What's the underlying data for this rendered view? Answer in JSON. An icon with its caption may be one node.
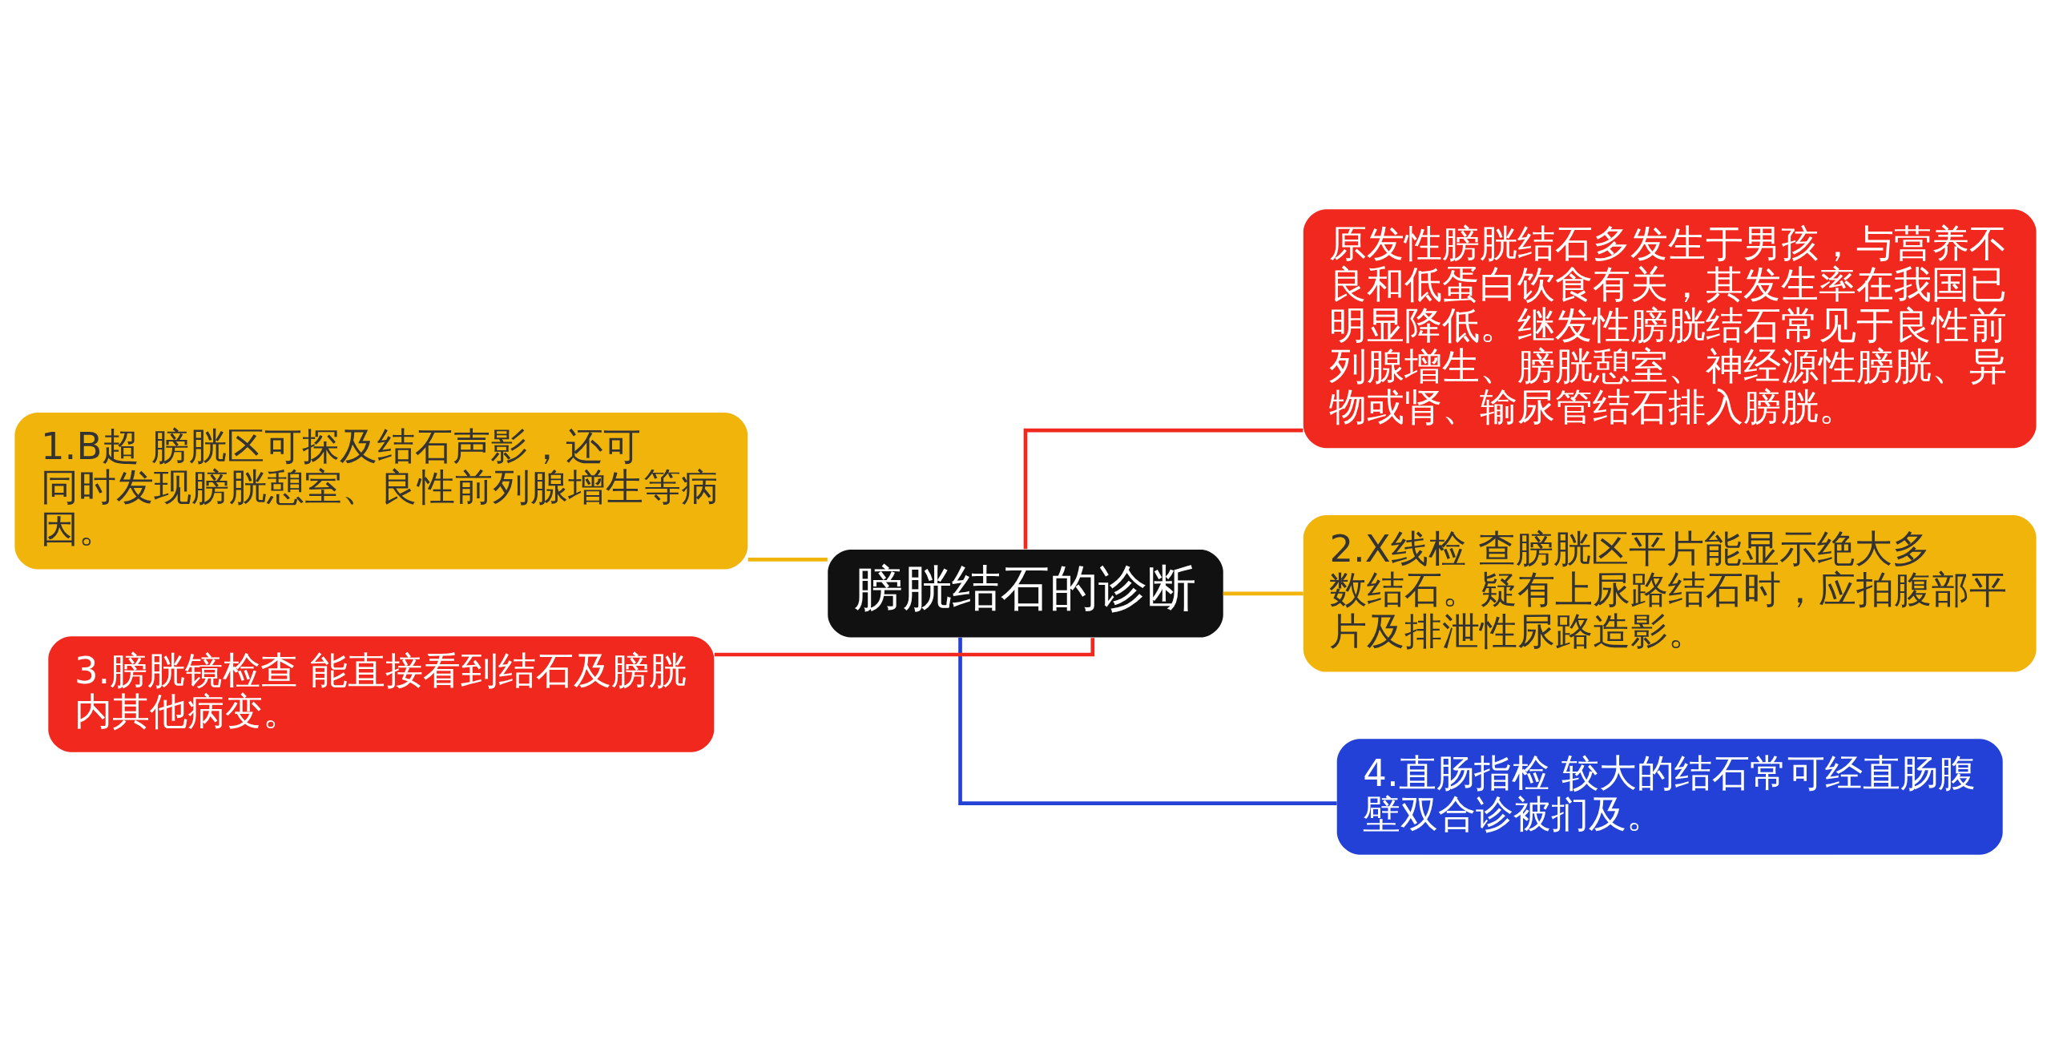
{
  "diagram": {
    "nodes": [
      {
        "text": [
          "膀胱结石的诊断"
        ]
      },
      {
        "text": [
          "1.B超 膀胱区可探及结石声影，还可同时发现膀胱憩室、良性前列腺增生等病因。"
        ]
      },
      {
        "text": [
          "3.膀胱镜检查 能直接看到结石及膀胱内其他病变。"
        ]
      },
      {
        "text": [
          "原发性膀胱结石多发生于男孩，与营养不良和低蛋白饮食有关，其发生率在我国已明显降低。继发性膀胱结石常见于良性前列腺增生、膀胱憩室、神经源性膀胱、异物或肾、输尿管结石排入膀胱。"
        ]
      },
      {
        "text": [
          "2.X线检 查膀胱区平片能显示绝大多数结石。疑有上尿路结石时，应拍腹部平片及排泄性尿路造影。"
        ]
      },
      {
        "text": [
          "4.直肠指检 较大的结石常可经直肠腹壁双合诊被扪及。"
        ]
      }
    ],
    "edges": [
      {
        "from": 1,
        "to": 0,
        "arrow": "none",
        "color": "#f0b40a"
      },
      {
        "from": 2,
        "to": 0,
        "arrow": "none",
        "color": "#f0281e"
      },
      {
        "from": 0,
        "to": 3,
        "arrow": "none",
        "color": "#f0281e"
      },
      {
        "from": 0,
        "to": 4,
        "arrow": "none",
        "color": "#f0b40a"
      },
      {
        "from": 0,
        "to": 5,
        "arrow": "none",
        "color": "#2341d6"
      }
    ]
  }
}
